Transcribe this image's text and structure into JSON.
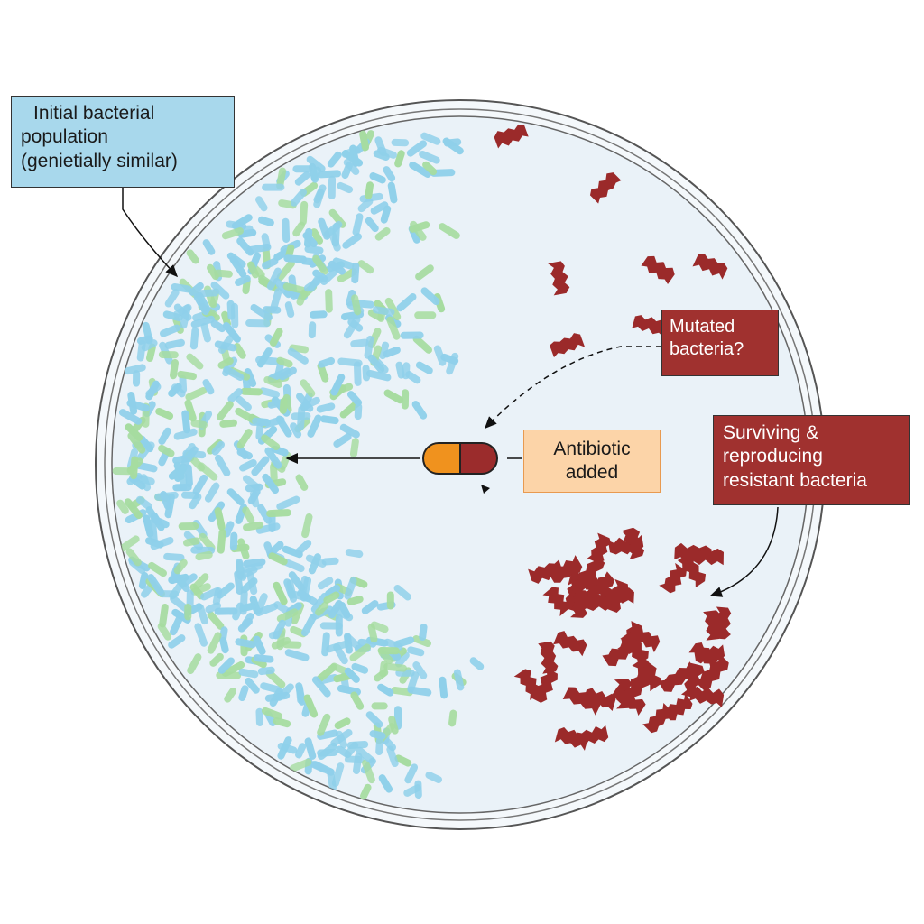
{
  "labels": {
    "initial": {
      "line1": "Initial bacterial",
      "line2": "population",
      "line3": "(genietially similar)"
    },
    "mutated": {
      "line1": "Mutated",
      "line2": "bacteria?"
    },
    "antibiotic": {
      "line1": "Antibiotic",
      "line2": "added"
    },
    "surviving": {
      "line1": "Surviving &",
      "line2": "reproducing",
      "line3": "resistant bacteria"
    }
  },
  "colors": {
    "dish_fill": "#eaf2f8",
    "dish_rim": "#555555",
    "bacteria_blue": "#8fd0ea",
    "bacteria_green": "#a6dca0",
    "resistant_red": "#9b2a2a",
    "pill_orange": "#f0921e",
    "pill_red": "#9b2c2c",
    "box_blue": "#a8d8ec",
    "box_red": "#a0312f",
    "box_orange": "#fcd4a8"
  },
  "icons": [
    "petri-dish",
    "antibiotic-pill-icon",
    "rod-bacterium",
    "resistant-bacterium"
  ]
}
